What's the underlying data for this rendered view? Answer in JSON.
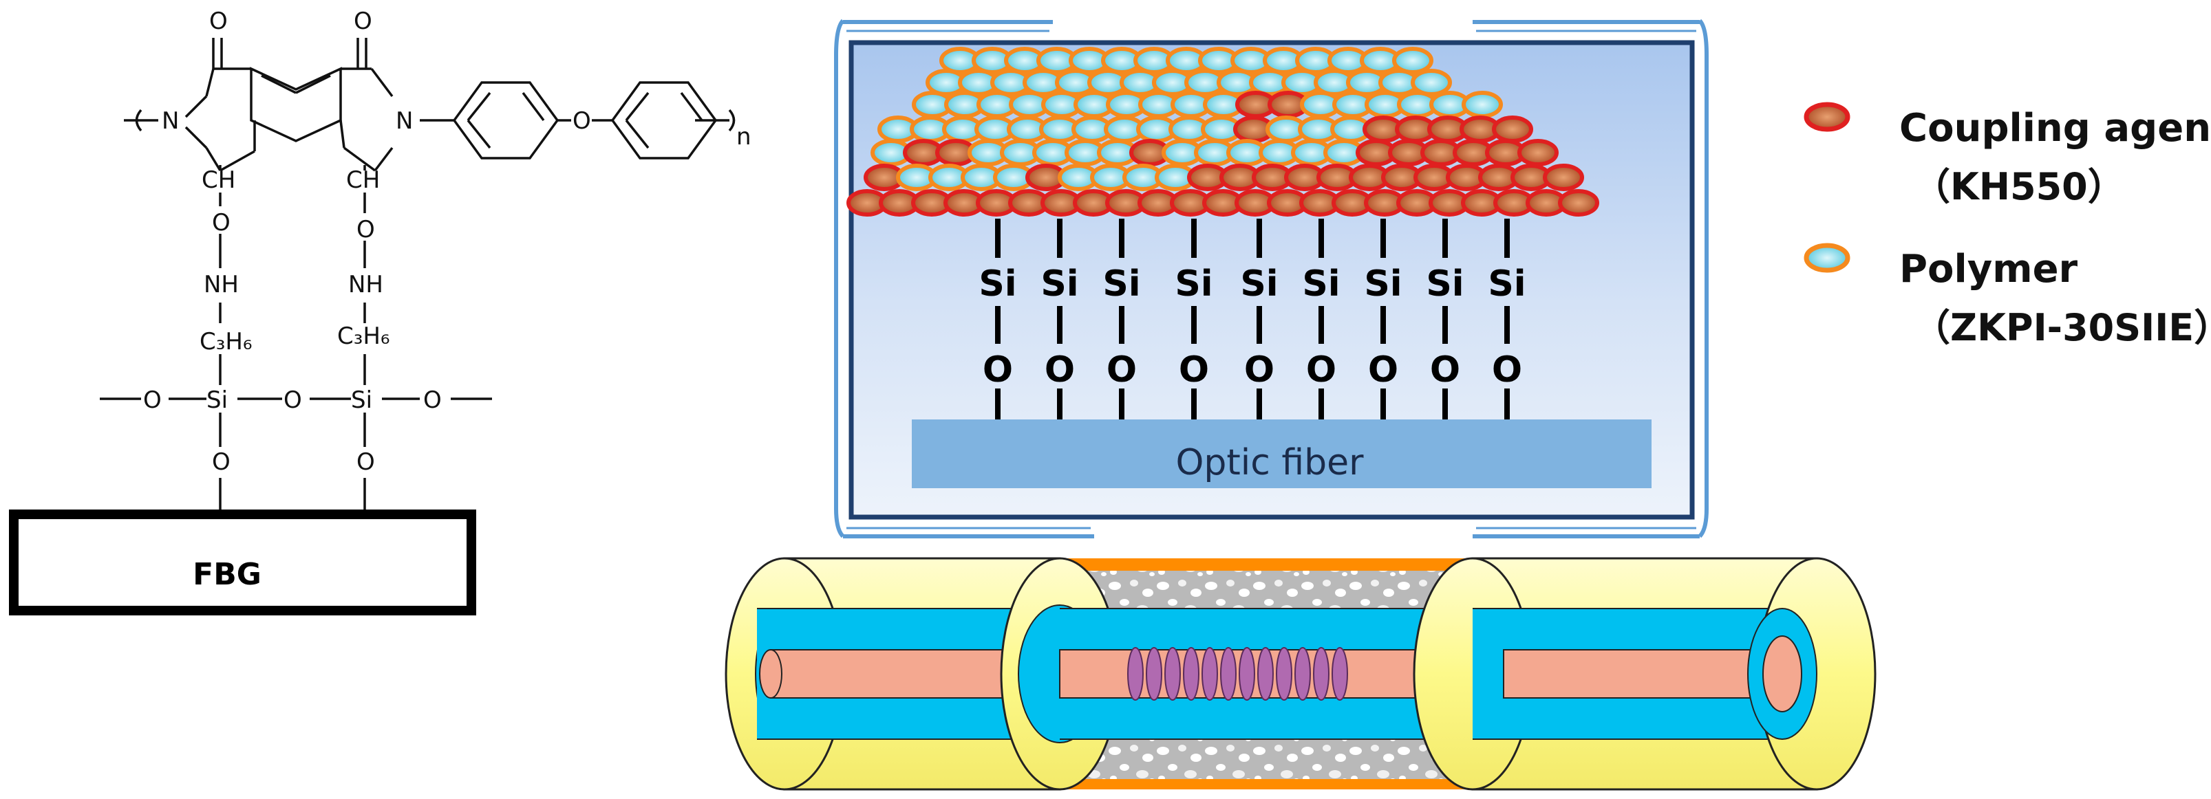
{
  "chemical_structure": {
    "atoms": {
      "o_top_left": "O",
      "o_top_right": "O",
      "n_left": "N",
      "n_right": "N",
      "o_ether": "O",
      "subscript_n": "n",
      "ch_left": "CH",
      "ch_right": "CH",
      "o_chain_left": "O",
      "o_chain_right": "O",
      "nh_left": "NH",
      "nh_right": "NH",
      "c3h6_left": "C₃H₆",
      "c3h6_right": "C₃H₆",
      "o_si_far_left": "O",
      "si_left": "Si",
      "o_si_middle": "O",
      "si_right": "Si",
      "o_si_far_right": "O",
      "o_below_left": "O",
      "o_below_right": "O"
    },
    "substrate_label": "FBG"
  },
  "interface_box": {
    "si_labels": [
      "Si",
      "Si",
      "Si",
      "Si",
      "Si",
      "Si",
      "Si",
      "Si",
      "Si"
    ],
    "hydroxyl_labels": [
      "O",
      "O",
      "O",
      "O",
      "O",
      "O",
      "O",
      "O",
      "O"
    ],
    "fiber_label": "Optic fiber"
  },
  "legend": {
    "items": [
      {
        "name": "Coupling agent",
        "sub": "（KH550）",
        "fill": "#c9673a",
        "ring": "#e02020"
      },
      {
        "name": "Polymer",
        "sub": "（ZKPI-30SIIE）",
        "fill": "#7fd8e6",
        "ring": "#f58a1e"
      }
    ]
  },
  "colors": {
    "coupling_fill": "#c9673a",
    "coupling_ring": "#e02020",
    "polymer_fill": "#7fd8e6",
    "polymer_ring": "#f58a1e",
    "fiber_bar": "#7fb3e0",
    "jacket": "#fdfb9e",
    "cladding": "#00c0f0",
    "core": "#f4a890",
    "coating": "#ff8c00",
    "grating": "#b06ab0"
  }
}
